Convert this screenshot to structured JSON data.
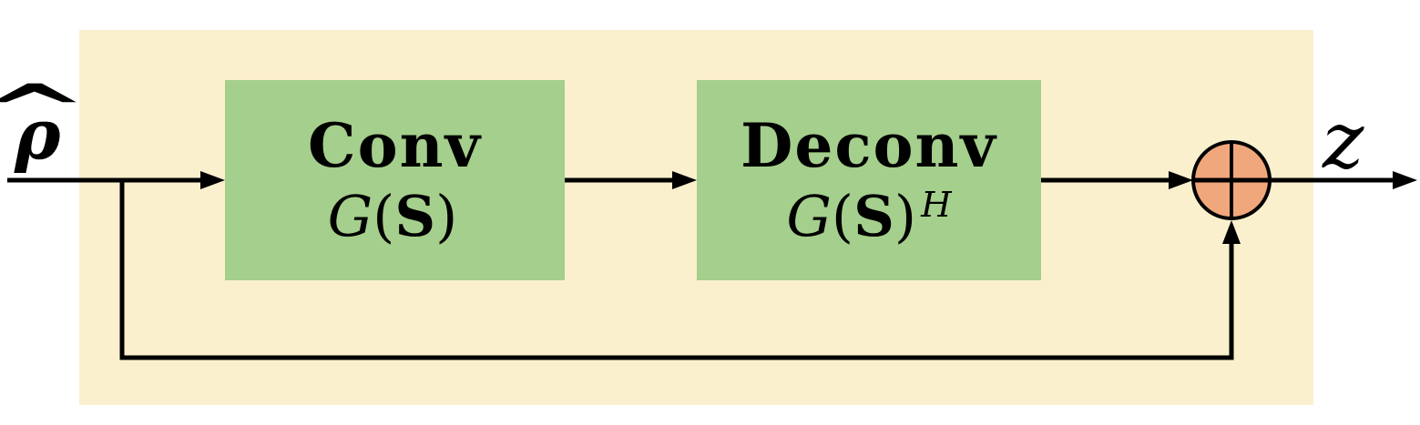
{
  "diagram": {
    "input": {
      "symbol": "ρ",
      "accent": "^"
    },
    "output": {
      "symbol": "z"
    },
    "blocks": [
      {
        "title": "Conv",
        "operator": {
          "script": "G",
          "open": "(",
          "arg": "S",
          "close": ")",
          "sup": ""
        }
      },
      {
        "title": "Deconv",
        "operator": {
          "script": "G",
          "open": "(",
          "arg": "S",
          "close": ")",
          "sup": "H"
        }
      }
    ],
    "sum_node": {
      "symbol": "⊕"
    },
    "colors": {
      "panel_background": "#FBF0CE",
      "block_fill": "#A5CF8C",
      "sum_node_fill": "#F0A77B",
      "wire": "#000000"
    }
  }
}
